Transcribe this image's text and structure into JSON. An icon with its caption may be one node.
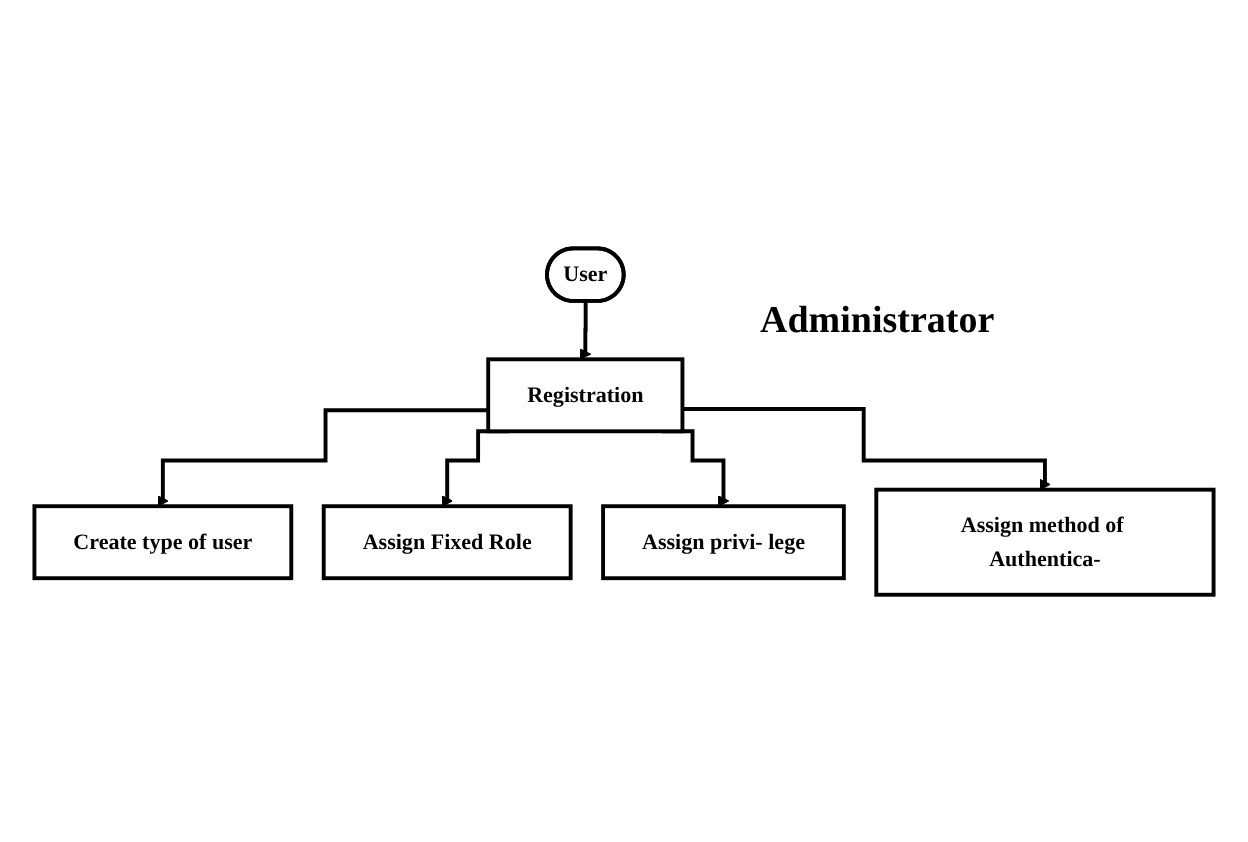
{
  "diagram": {
    "nodes": [
      {
        "text": [
          "User"
        ]
      },
      {
        "text": [
          "Registration"
        ]
      },
      {
        "text": [
          "Create type of user"
        ]
      },
      {
        "text": [
          "Assign Fixed Role"
        ]
      },
      {
        "text": [
          "Assign privi- lege"
        ]
      },
      {
        "text": [
          "Assign method of Authentica-"
        ]
      }
    ],
    "edges": [
      {
        "from": 0,
        "to": 1,
        "arrow": "to"
      },
      {
        "from": 1,
        "to": 2,
        "arrow": "to"
      },
      {
        "from": 1,
        "to": 3,
        "arrow": "to"
      },
      {
        "from": 1,
        "to": 4,
        "arrow": "to"
      },
      {
        "from": 1,
        "to": 5,
        "arrow": "to"
      }
    ],
    "labels": [
      "Administrator"
    ]
  }
}
